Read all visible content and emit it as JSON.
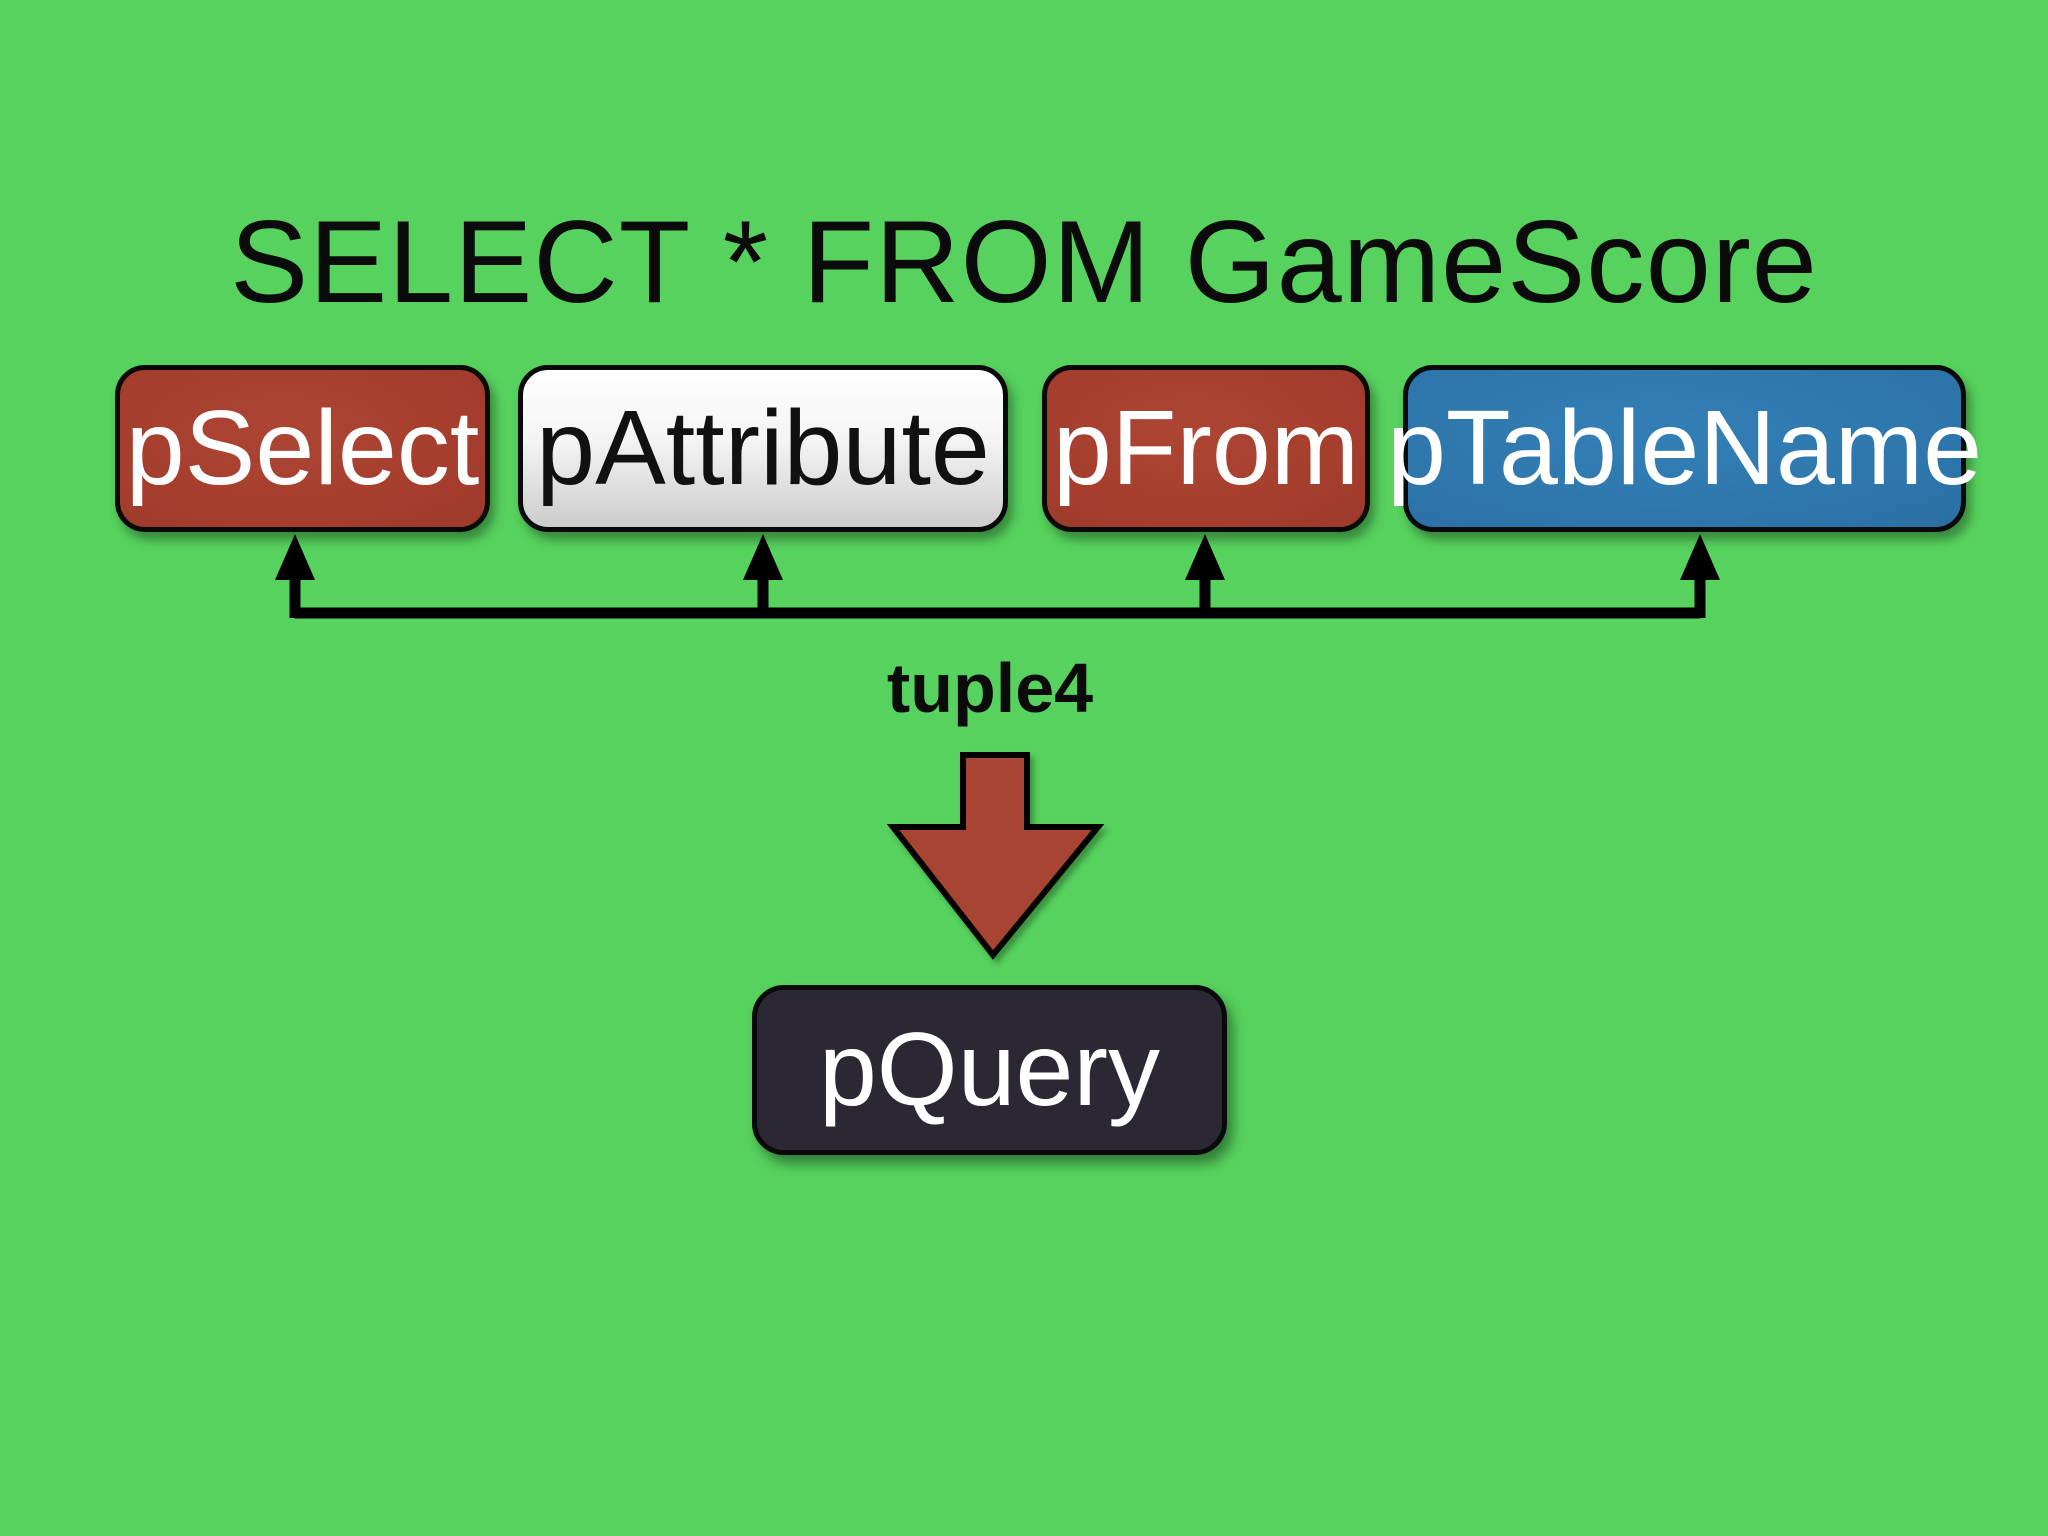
{
  "title": "SELECT * FROM GameScore",
  "boxes": [
    {
      "label": "pSelect",
      "color": "#a63e2e",
      "text_color": "#ffffff"
    },
    {
      "label": "pAttribute",
      "color": "#eeeeee",
      "text_color": "#111111"
    },
    {
      "label": "pFrom",
      "color": "#a63e2e",
      "text_color": "#ffffff"
    },
    {
      "label": "pTableName",
      "color": "#2e77ad",
      "text_color": "#ffffff"
    }
  ],
  "connector": {
    "label": "tuple4"
  },
  "result": {
    "label": "pQuery",
    "color": "#2b2833",
    "text_color": "#ffffff"
  },
  "colors": {
    "bg": "#57d25e",
    "red": "#a63e2e",
    "blue": "#2e77ad",
    "dark": "#2b2833",
    "line": "#000000"
  }
}
